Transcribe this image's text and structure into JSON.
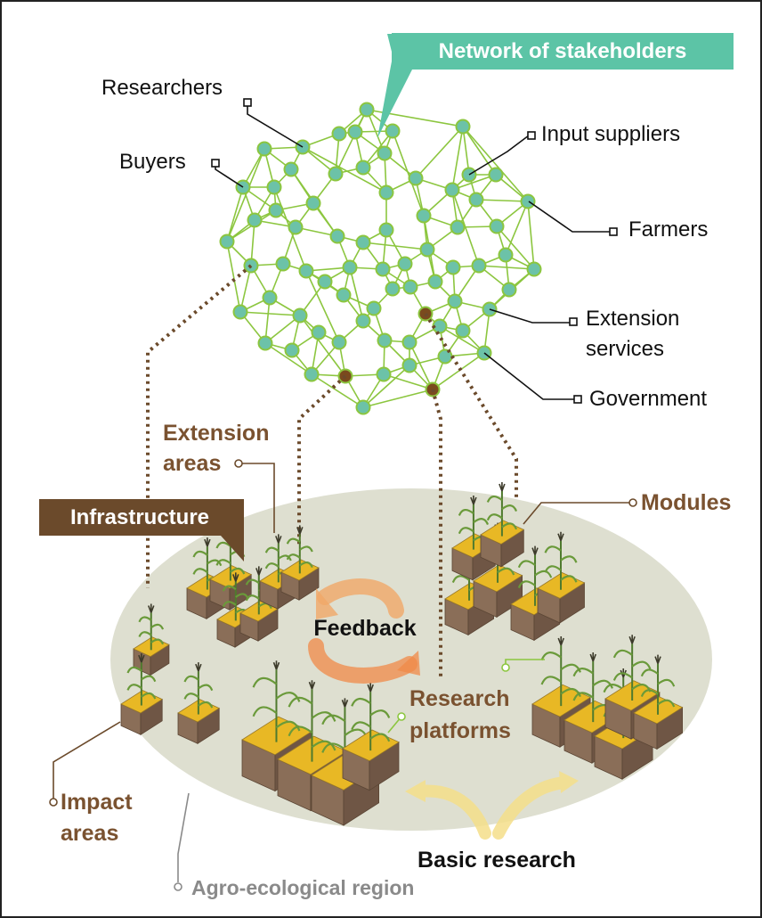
{
  "network": {
    "title": "Network of stakeholders",
    "labels": {
      "researchers": "Researchers",
      "buyers": "Buyers",
      "input_suppliers": "Input suppliers",
      "farmers": "Farmers",
      "extension_services_line1": "Extension",
      "extension_services_line2": "services",
      "government": "Government"
    }
  },
  "landscape": {
    "infrastructure": "Infrastructure",
    "extension_areas_line1": "Extension",
    "extension_areas_line2": "areas",
    "modules": "Modules",
    "feedback": "Feedback",
    "research_platforms_line1": "Research",
    "research_platforms_line2": "platforms",
    "impact_areas_line1": "Impact",
    "impact_areas_line2": "areas",
    "basic_research": "Basic research",
    "agro_ecological_region": "Agro-ecological region"
  },
  "colors": {
    "node_fill": "#6cc2a8",
    "node_edge": "#8cc63f",
    "highlight_node": "#7a4a1e",
    "banner_teal": "#5cc4a6",
    "banner_brown": "#6b4a2b",
    "region_fill": "#dedfd0",
    "soil_top": "#e8b825",
    "soil_side": "#8a6e58",
    "arrow_orange": "#f0a868",
    "arrow_yellow": "#f5df8a"
  }
}
